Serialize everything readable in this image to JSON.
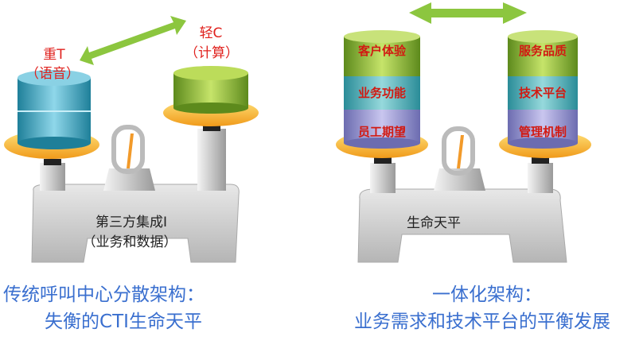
{
  "left": {
    "heavy_label": "重T",
    "heavy_sub": "（语音）",
    "light_label": "轻C",
    "light_sub": "（计算）",
    "base_label": "第三方集成I",
    "base_sub": "（业务和数据）",
    "caption_line1": "传统呼叫中心分散架构：",
    "caption_line2": "失衡的CTI生命天平"
  },
  "right": {
    "left_stack": [
      "客户体验",
      "业务功能",
      "员工期望"
    ],
    "right_stack": [
      "服务品质",
      "技术平台",
      "管理机制"
    ],
    "base_label": "生命天平",
    "caption_line1": "一体化架构：",
    "caption_line2": "业务需求和技术平台的平衡发展"
  },
  "colors": {
    "arrow": "#8cc63f",
    "label_red": "#e0201c",
    "caption_blue": "#3a6fcf",
    "pan_orange": "#f7a928"
  }
}
